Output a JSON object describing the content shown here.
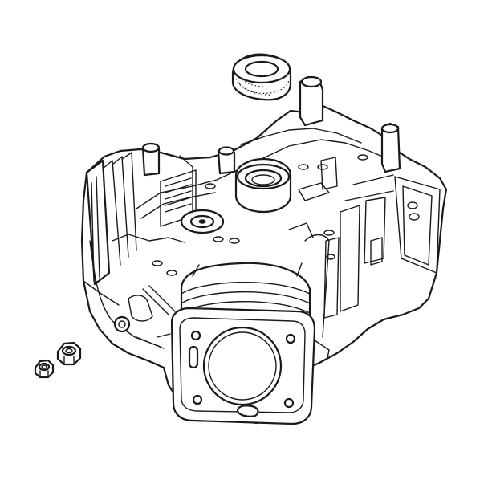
{
  "figure": {
    "background": "#ffffff",
    "ink_color": "#1a1a1a",
    "parts": [
      {
        "name": "oil-seal",
        "icon": "oil-seal-icon"
      },
      {
        "name": "engine-block",
        "icon": "engine-block-icon"
      },
      {
        "name": "hex-nut",
        "icon": "hex-nut-icon"
      },
      {
        "name": "hex-nut-2",
        "icon": "hex-nut-icon"
      }
    ]
  }
}
